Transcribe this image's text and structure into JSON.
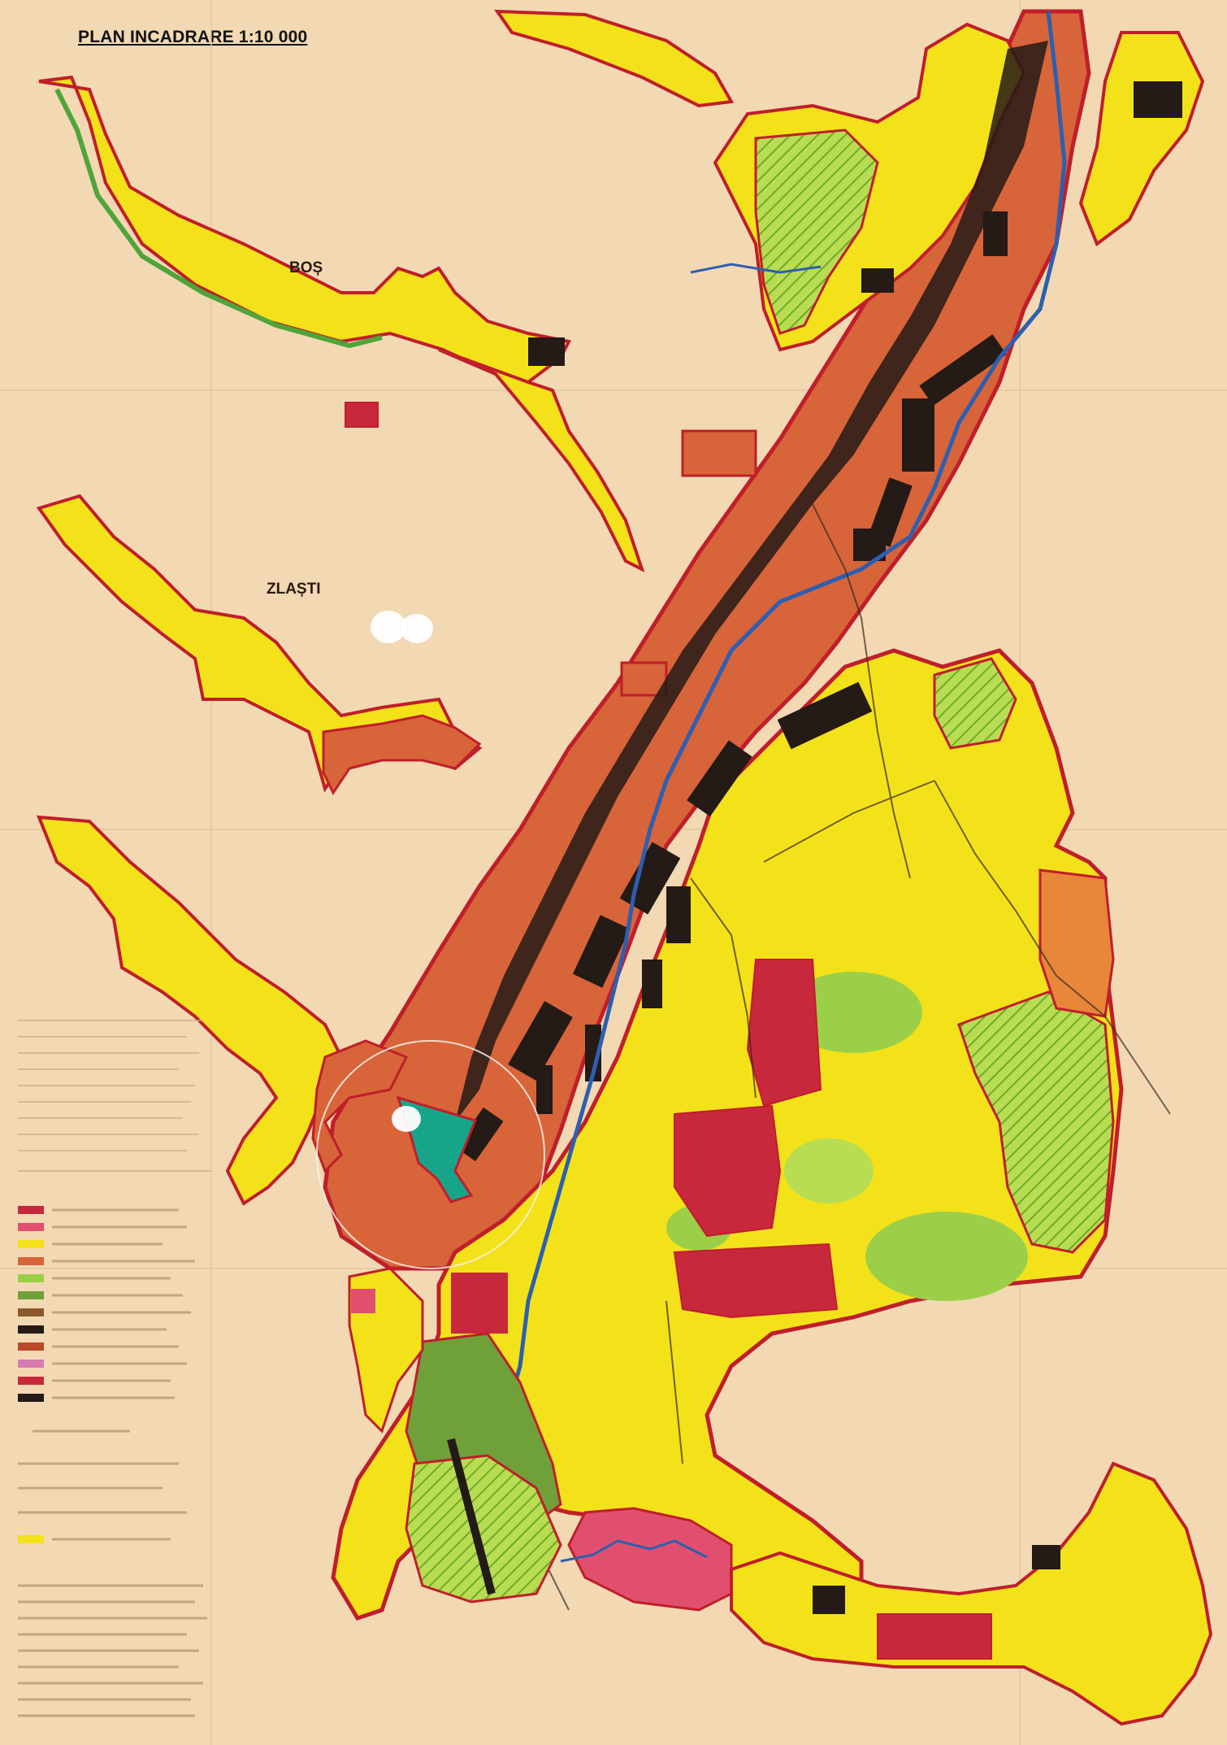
{
  "title": "PLAN INCADRARE 1:10 000",
  "labels": {
    "bos": "BOȘ",
    "zlasti": "ZLAȘTI"
  },
  "colors": {
    "paper": "#f2d9b3",
    "residential_yellow": "#f3e21a",
    "industrial_orange": "#d8643a",
    "dense_red": "#c8283c",
    "dark_industrial": "#241a16",
    "green_area": "#9ccf48",
    "zone_outline": "#c01e2a",
    "river_blue": "#2d5fb0",
    "site_highlight": "#17a58a",
    "pink_zone": "#e0506e"
  }
}
